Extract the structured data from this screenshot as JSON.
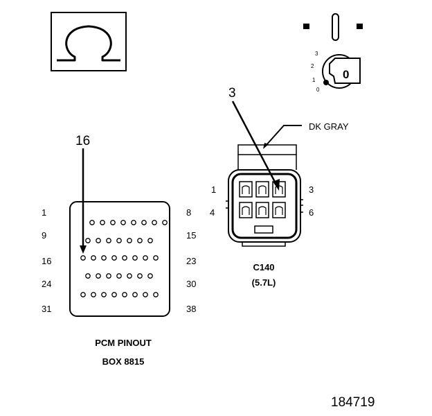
{
  "ohmmeter": {
    "symbol": "Ω"
  },
  "ignition_switch": {
    "positions": [
      "3",
      "2",
      "1",
      "0"
    ],
    "key_label": "0"
  },
  "c140": {
    "wire_color": "DK GRAY",
    "probe_pin": "3",
    "pin_labels": {
      "top_left": "1",
      "top_right": "3",
      "bottom_left": "4",
      "bottom_right": "6"
    },
    "name": "C140",
    "engine": "(5.7L)"
  },
  "pcm": {
    "probe_pin": "16",
    "left_labels": [
      "1",
      "9",
      "16",
      "24",
      "31"
    ],
    "right_labels": [
      "8",
      "15",
      "23",
      "30",
      "38"
    ],
    "title": "PCM PINOUT",
    "subtitle": "BOX 8815"
  },
  "figure_number": "184719"
}
